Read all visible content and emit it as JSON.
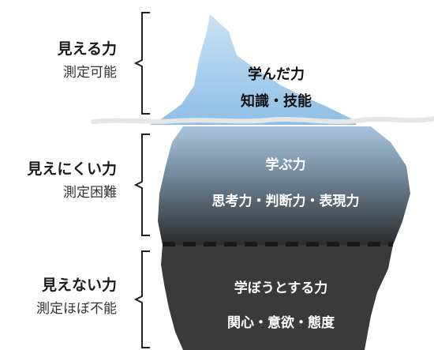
{
  "left_labels": [
    {
      "title": "見える力",
      "sub": "測定可能"
    },
    {
      "title": "見えにくい力",
      "sub": "測定困難"
    },
    {
      "title": "見えない力",
      "sub": "測定ほぼ不能"
    }
  ],
  "iceberg": {
    "tip": {
      "line1": "学んだ力",
      "line2": "知識・技能"
    },
    "middle": {
      "line1": "学ぶ力",
      "line2": "思考力・判断力・表現力"
    },
    "bottom": {
      "line1": "学ぼうとする力",
      "line2": "関心・意欲・態度"
    }
  },
  "colors": {
    "tip_light": "#b7d6ef",
    "tip_dark": "#8bbce4",
    "water_line": "#e6e6e6",
    "middle_top": "#9fbdd6",
    "middle_bottom": "#1f1f1f",
    "bottom": "#3a3a3a",
    "dash": "#1a1a1a",
    "bracket": "#222222"
  }
}
